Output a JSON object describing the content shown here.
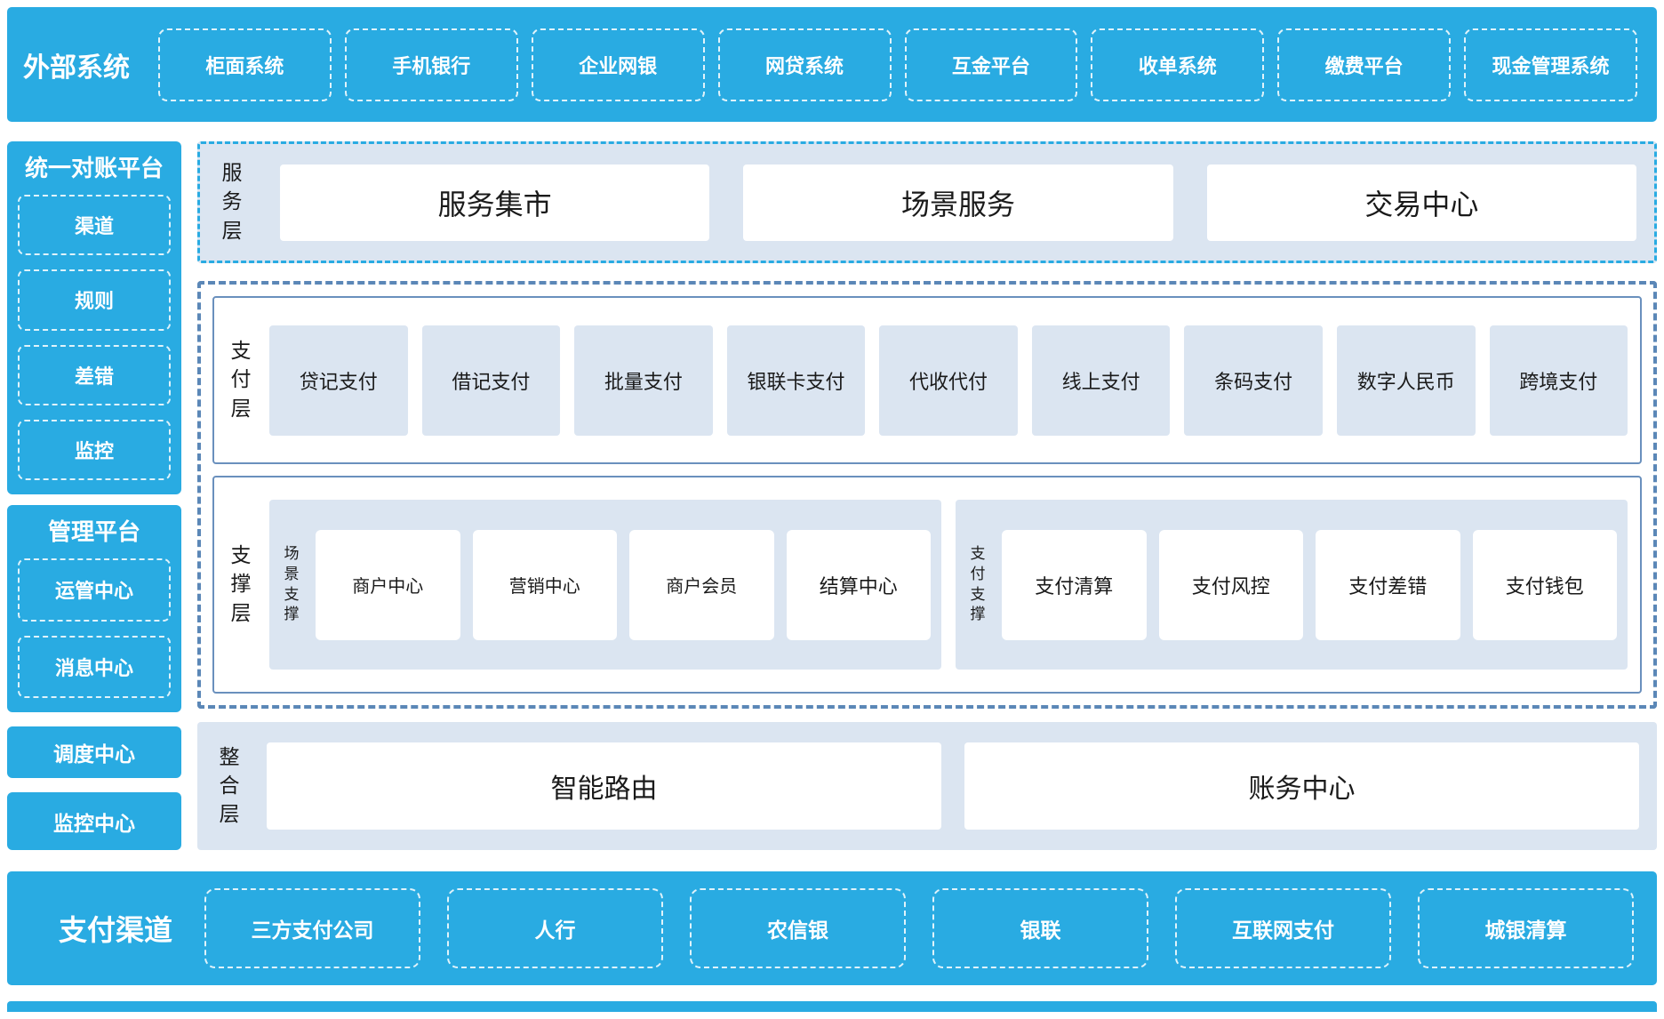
{
  "colors": {
    "accent": "#29abe2",
    "panel": "#dbe5f1",
    "container_border": "#6a90bd",
    "dashed_border": "#5b87b7",
    "text_dark": "#1a1a1a"
  },
  "external_systems": {
    "label": "外部系统",
    "items": [
      "柜面系统",
      "手机银行",
      "企业网银",
      "网贷系统",
      "互金平台",
      "收单系统",
      "缴费平台",
      "现金管理系统"
    ]
  },
  "sidebar": {
    "reconciliation": {
      "title": "统一对账平台",
      "items": [
        "渠道",
        "规则",
        "差错",
        "监控"
      ]
    },
    "management": {
      "title": "管理平台",
      "items": [
        "运管中心",
        "消息中心"
      ]
    },
    "scheduling_center": "调度中心",
    "monitoring_center": "监控中心"
  },
  "service_layer": {
    "label": "服务层",
    "items": [
      "服务集市",
      "场景服务",
      "交易中心"
    ]
  },
  "payment_layer": {
    "label": "支付层",
    "items": [
      "贷记支付",
      "借记支付",
      "批量支付",
      "银联卡支付",
      "代收代付",
      "线上支付",
      "条码支付",
      "数字人民币",
      "跨境支付"
    ]
  },
  "support_layer": {
    "label": "支撑层",
    "groups": [
      {
        "label": "场景支撑",
        "items": [
          "商户中心",
          "营销中心",
          "商户会员",
          "结算中心"
        ]
      },
      {
        "label": "支付支撑",
        "items": [
          "支付清算",
          "支付风控",
          "支付差错",
          "支付钱包"
        ]
      }
    ]
  },
  "integration_layer": {
    "label": "整合层",
    "items": [
      "智能路由",
      "账务中心"
    ]
  },
  "payment_channels": {
    "label": "支付渠道",
    "items": [
      "三方支付公司",
      "人行",
      "农信银",
      "银联",
      "互联网支付",
      "城银清算"
    ]
  }
}
